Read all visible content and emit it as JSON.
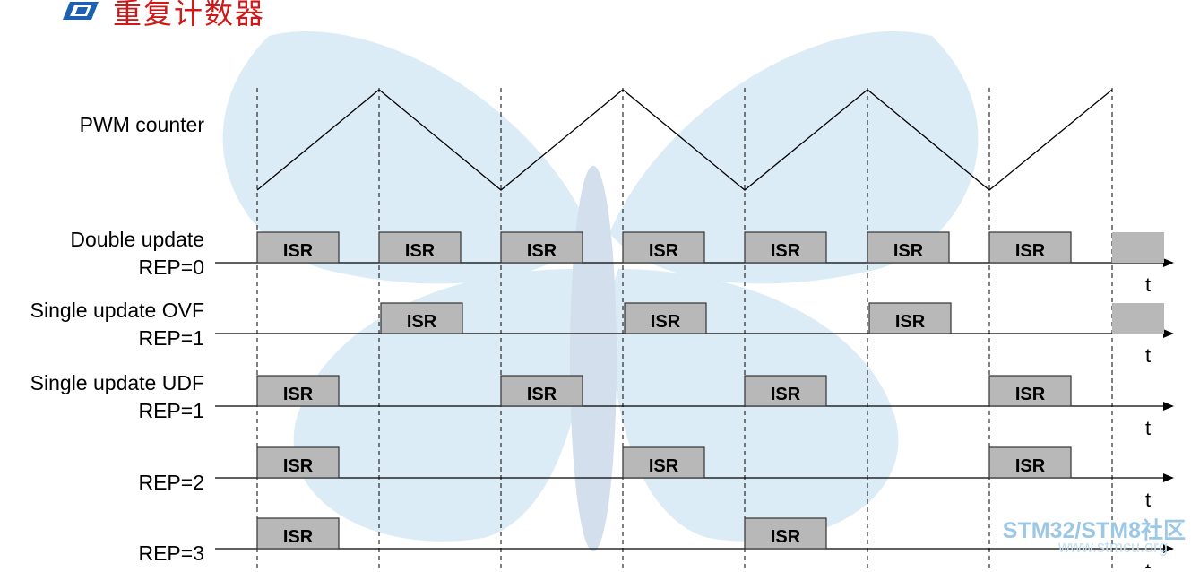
{
  "title": "重复计数器",
  "pwm_label": "PWM counter",
  "rows": [
    {
      "name_line1": "Double update",
      "name_line2": "REP=0",
      "isr_slots": [
        0,
        1,
        2,
        3,
        4,
        5,
        6
      ],
      "trailing_box": true
    },
    {
      "name_line1": "Single update OVF",
      "name_line2": "REP=1",
      "isr_slots": [
        1,
        3,
        5
      ],
      "trailing_box": true
    },
    {
      "name_line1": "Single update UDF",
      "name_line2": "REP=1",
      "isr_slots": [
        0,
        2,
        4,
        6
      ],
      "trailing_box": false
    },
    {
      "name_line1": "",
      "name_line2": "REP=2",
      "isr_slots": [
        0,
        3,
        6
      ],
      "trailing_box": false
    },
    {
      "name_line1": "",
      "name_line2": "REP=3",
      "isr_slots": [
        0,
        4
      ],
      "trailing_box": false
    }
  ],
  "isr_label": "ISR",
  "axis_label": "t",
  "watermark": {
    "brand": "STM32/STM8社区",
    "url": "www.stmcu.org"
  },
  "colors": {
    "title": "#d01818",
    "isr_fill": "#b8b8b8",
    "butterfly": "#dcecf7"
  }
}
